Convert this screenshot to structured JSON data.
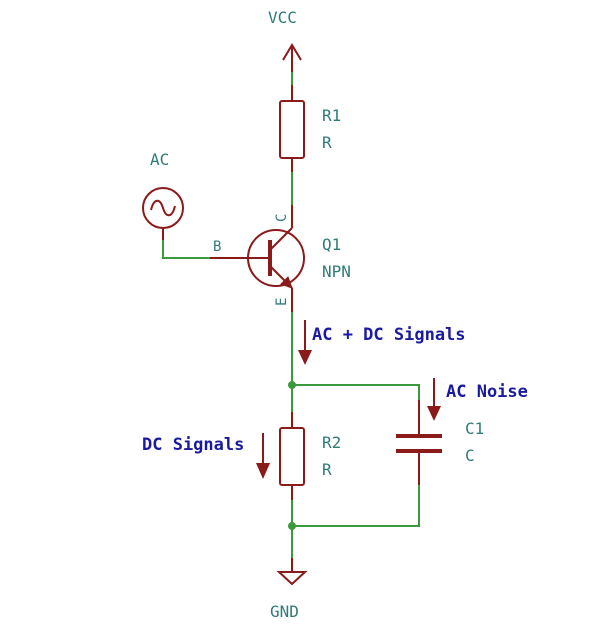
{
  "schematic": {
    "power": {
      "vcc_label": "VCC",
      "gnd_label": "GND"
    },
    "r1": {
      "ref": "R1",
      "value": "R"
    },
    "r2": {
      "ref": "R2",
      "value": "R"
    },
    "c1": {
      "ref": "C1",
      "value": "C"
    },
    "q1": {
      "ref": "Q1",
      "value": "NPN",
      "pin_base": "B",
      "pin_collector": "C",
      "pin_emitter": "E"
    },
    "source": {
      "label": "AC"
    },
    "annotations": {
      "ac_dc": "AC + DC Signals",
      "ac_noise": "AC Noise",
      "dc": "DC Signals"
    },
    "colors": {
      "wire": "#3c9a3c",
      "symbol": "#8b1a1a",
      "reference_text": "#2f7b77",
      "annotation_text": "#1a1aa0"
    }
  }
}
